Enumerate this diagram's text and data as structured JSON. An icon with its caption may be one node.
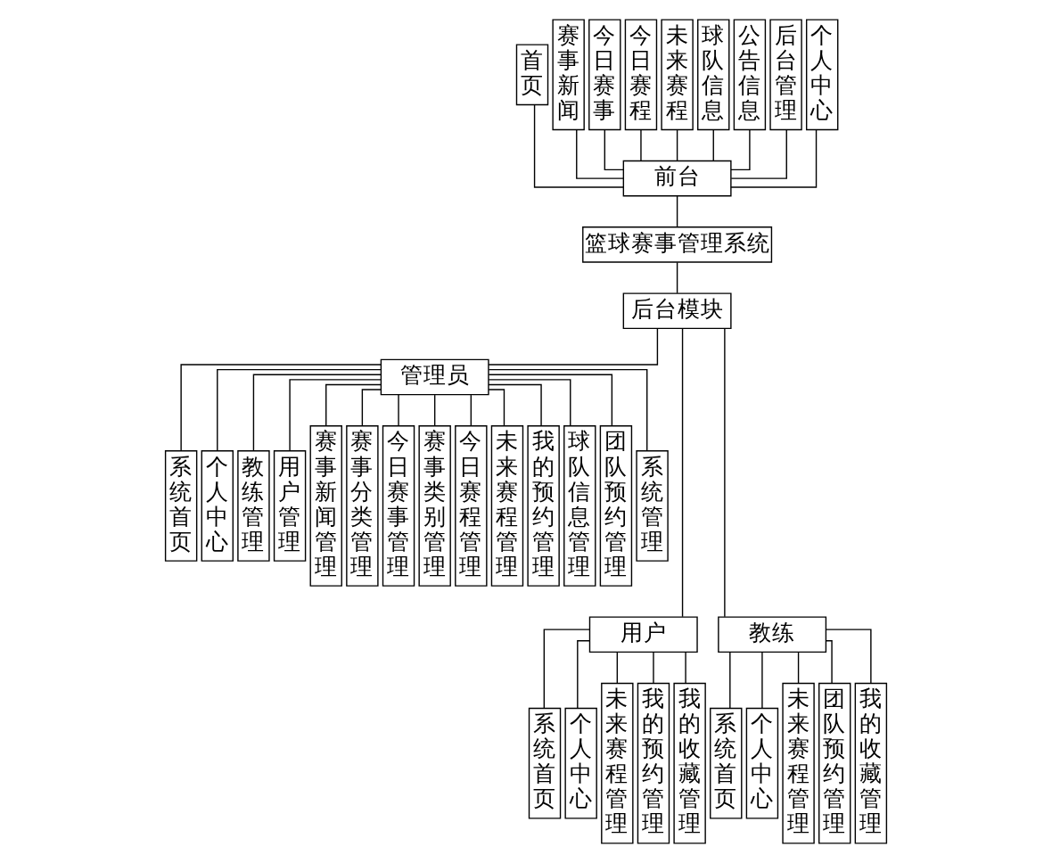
{
  "diagram": {
    "nodes": [
      {
        "text": [
          "首页"
        ]
      },
      {
        "text": [
          "赛事新闻"
        ]
      },
      {
        "text": [
          "今日赛事"
        ]
      },
      {
        "text": [
          "今日赛程"
        ]
      },
      {
        "text": [
          "未来赛程"
        ]
      },
      {
        "text": [
          "球队信息"
        ]
      },
      {
        "text": [
          "公告信息"
        ]
      },
      {
        "text": [
          "后台管理"
        ]
      },
      {
        "text": [
          "个人中心"
        ]
      },
      {
        "text": [
          "前台"
        ]
      },
      {
        "text": [
          "篮球赛事管理系统"
        ]
      },
      {
        "text": [
          "后台模块"
        ]
      },
      {
        "text": [
          "管理员"
        ]
      },
      {
        "text": [
          "系统首页"
        ]
      },
      {
        "text": [
          "个人中心"
        ]
      },
      {
        "text": [
          "教练管理"
        ]
      },
      {
        "text": [
          "用户管理"
        ]
      },
      {
        "text": [
          "赛事新闻管理"
        ]
      },
      {
        "text": [
          "赛事分类管理"
        ]
      },
      {
        "text": [
          "今日赛事管理"
        ]
      },
      {
        "text": [
          "赛事类别管理"
        ]
      },
      {
        "text": [
          "今日赛程管理"
        ]
      },
      {
        "text": [
          "未来赛程管理"
        ]
      },
      {
        "text": [
          "我的预约管理"
        ]
      },
      {
        "text": [
          "球队信息管理"
        ]
      },
      {
        "text": [
          "团队预约管理"
        ]
      },
      {
        "text": [
          "系统管理"
        ]
      },
      {
        "text": [
          "用户"
        ]
      },
      {
        "text": [
          "系统首页"
        ]
      },
      {
        "text": [
          "个人中心"
        ]
      },
      {
        "text": [
          "未来赛程管理"
        ]
      },
      {
        "text": [
          "我的预约管理"
        ]
      },
      {
        "text": [
          "我的收藏管理"
        ]
      },
      {
        "text": [
          "教练"
        ]
      },
      {
        "text": [
          "系统首页"
        ]
      },
      {
        "text": [
          "个人中心"
        ]
      },
      {
        "text": [
          "未来赛程管理"
        ]
      },
      {
        "text": [
          "团队预约管理"
        ]
      },
      {
        "text": [
          "我的收藏管理"
        ]
      }
    ],
    "edges": [
      {
        "from": 0,
        "to": 9,
        "arrow": "none"
      },
      {
        "from": 1,
        "to": 9,
        "arrow": "none"
      },
      {
        "from": 2,
        "to": 9,
        "arrow": "none"
      },
      {
        "from": 3,
        "to": 9,
        "arrow": "none"
      },
      {
        "from": 4,
        "to": 9,
        "arrow": "none"
      },
      {
        "from": 5,
        "to": 9,
        "arrow": "none"
      },
      {
        "from": 6,
        "to": 9,
        "arrow": "none"
      },
      {
        "from": 7,
        "to": 9,
        "arrow": "none"
      },
      {
        "from": 8,
        "to": 9,
        "arrow": "none"
      },
      {
        "from": 9,
        "to": 10,
        "arrow": "none"
      },
      {
        "from": 10,
        "to": 11,
        "arrow": "none"
      },
      {
        "from": 11,
        "to": 12,
        "arrow": "none"
      },
      {
        "from": 11,
        "to": 27,
        "arrow": "none"
      },
      {
        "from": 11,
        "to": 33,
        "arrow": "none"
      },
      {
        "from": 12,
        "to": 13,
        "arrow": "none"
      },
      {
        "from": 12,
        "to": 14,
        "arrow": "none"
      },
      {
        "from": 12,
        "to": 15,
        "arrow": "none"
      },
      {
        "from": 12,
        "to": 16,
        "arrow": "none"
      },
      {
        "from": 12,
        "to": 17,
        "arrow": "none"
      },
      {
        "from": 12,
        "to": 18,
        "arrow": "none"
      },
      {
        "from": 12,
        "to": 19,
        "arrow": "none"
      },
      {
        "from": 12,
        "to": 20,
        "arrow": "none"
      },
      {
        "from": 12,
        "to": 21,
        "arrow": "none"
      },
      {
        "from": 12,
        "to": 22,
        "arrow": "none"
      },
      {
        "from": 12,
        "to": 23,
        "arrow": "none"
      },
      {
        "from": 12,
        "to": 24,
        "arrow": "none"
      },
      {
        "from": 12,
        "to": 25,
        "arrow": "none"
      },
      {
        "from": 12,
        "to": 26,
        "arrow": "none"
      },
      {
        "from": 27,
        "to": 28,
        "arrow": "none"
      },
      {
        "from": 27,
        "to": 29,
        "arrow": "none"
      },
      {
        "from": 27,
        "to": 30,
        "arrow": "none"
      },
      {
        "from": 27,
        "to": 31,
        "arrow": "none"
      },
      {
        "from": 27,
        "to": 32,
        "arrow": "none"
      },
      {
        "from": 33,
        "to": 34,
        "arrow": "none"
      },
      {
        "from": 33,
        "to": 35,
        "arrow": "none"
      },
      {
        "from": 33,
        "to": 36,
        "arrow": "none"
      },
      {
        "from": 33,
        "to": 37,
        "arrow": "none"
      },
      {
        "from": 33,
        "to": 38,
        "arrow": "none"
      }
    ]
  }
}
